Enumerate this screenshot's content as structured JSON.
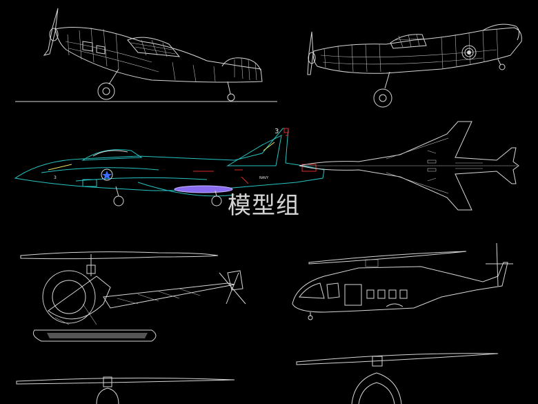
{
  "watermark": "模型组",
  "jet": {
    "tail_number": "3",
    "nose_number": "3",
    "tail_text": "NAVY"
  },
  "colors": {
    "background": "#000000",
    "line": "#d8d8d8",
    "cyan": "#27c4c4",
    "red": "#e02a2a",
    "violet": "#8a6cf0"
  }
}
